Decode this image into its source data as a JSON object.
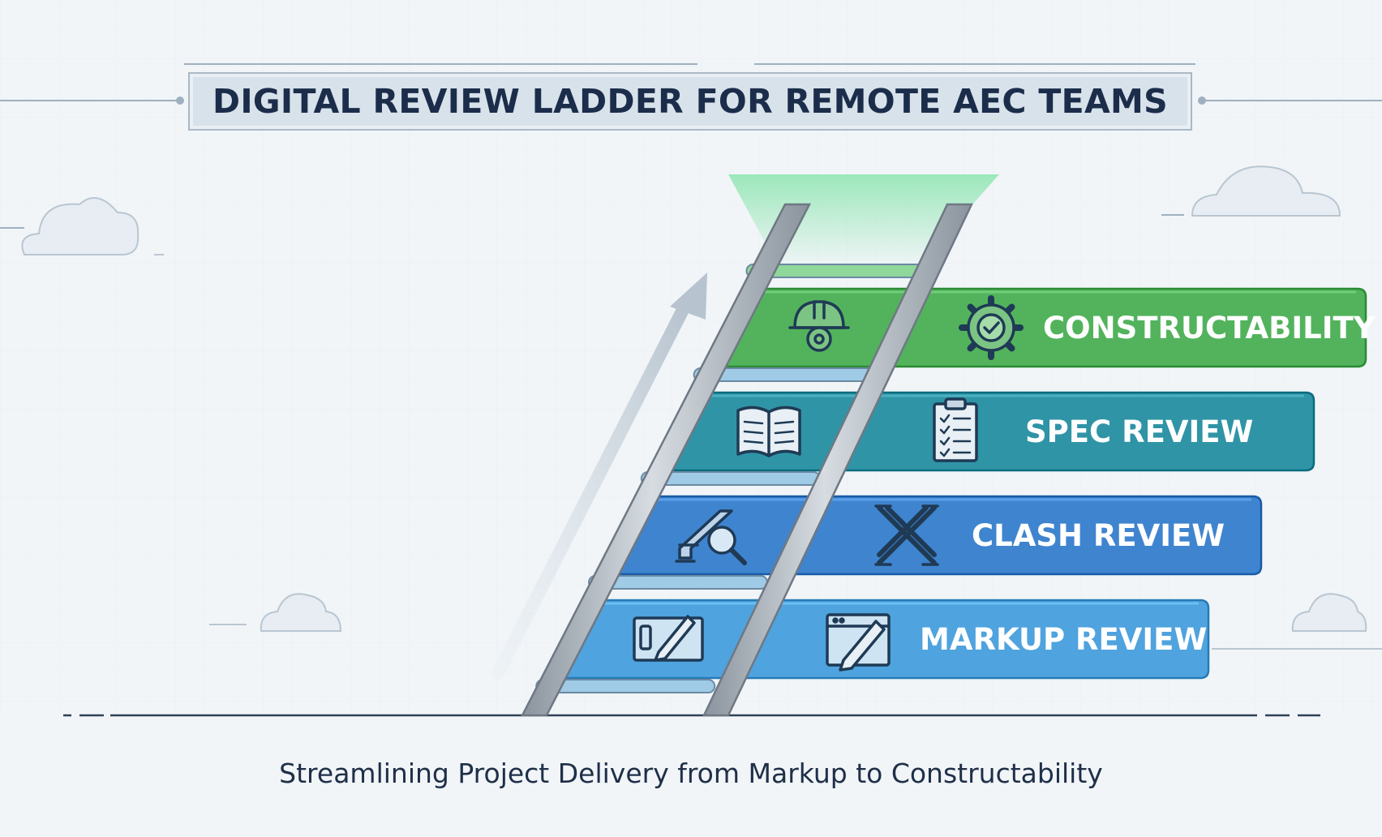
{
  "title": "DIGITAL REVIEW LADDER FOR REMOTE AEC TEAMS",
  "subtitle": "Streamlining Project Delivery from Markup to Constructability",
  "steps": [
    {
      "label": "CONSTRUCTABILITY",
      "icons": [
        "hard-hat-gear-icon",
        "gear-check-icon"
      ],
      "color": "#52b35c"
    },
    {
      "label": "SPEC REVIEW",
      "icons": [
        "open-book-icon",
        "checklist-clipboard-icon"
      ],
      "color": "#2f94a6"
    },
    {
      "label": "CLASH REVIEW",
      "icons": [
        "beam-magnifier-icon",
        "crossing-beams-icon"
      ],
      "color": "#3f84cf"
    },
    {
      "label": "MARKUP REVIEW",
      "icons": [
        "tablet-pen-icon",
        "window-pen-icon"
      ],
      "color": "#4fa3de"
    }
  ],
  "colors": {
    "background": "#f1f5f8",
    "title_text": "#1b2d4a",
    "ladder": "#9aa3ad",
    "ladder_highlight": "#cfd6dc",
    "glow": "#7fe3a6"
  }
}
